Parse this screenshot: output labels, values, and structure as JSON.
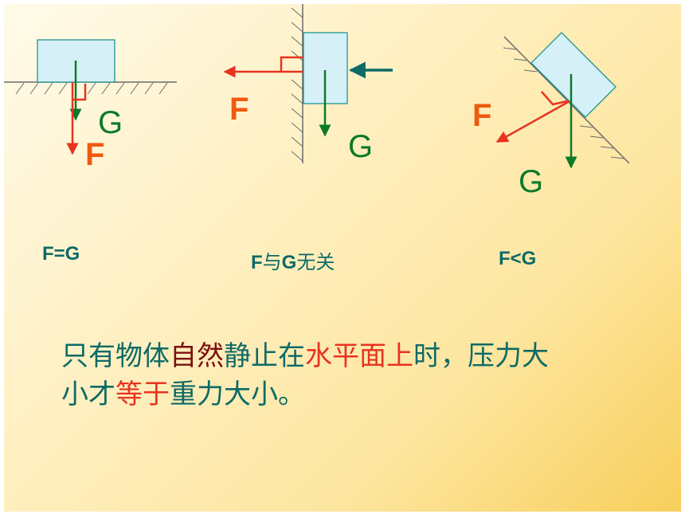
{
  "colors": {
    "teal": "#0d6a66",
    "green": "#0c7a28",
    "red": "#e8331f",
    "force_label": "#ee5a0f",
    "block_fill": "#d6f0f8",
    "block_stroke": "#0e8d8a",
    "dark_red": "#7a1010"
  },
  "diagrams": [
    {
      "id": "horizontal",
      "force_label": "F",
      "gravity_label": "G",
      "formula": "F=G"
    },
    {
      "id": "wall",
      "force_label": "F",
      "gravity_label": "G",
      "formula_parts": [
        "F",
        "与",
        "G",
        "无关"
      ]
    },
    {
      "id": "incline",
      "force_label": "F",
      "gravity_label": "G",
      "formula": "F<G"
    }
  ],
  "conclusion": {
    "line1": [
      {
        "text": "只有物体",
        "color": "teal"
      },
      {
        "text": "自然",
        "color": "dark_red"
      },
      {
        "text": "静止在",
        "color": "teal"
      },
      {
        "text": "水平面上",
        "color": "red"
      },
      {
        "text": "时，压力大",
        "color": "teal"
      }
    ],
    "line2": [
      {
        "text": "小才",
        "color": "teal"
      },
      {
        "text": "等于",
        "color": "red"
      },
      {
        "text": "重力大小。",
        "color": "teal"
      }
    ]
  }
}
